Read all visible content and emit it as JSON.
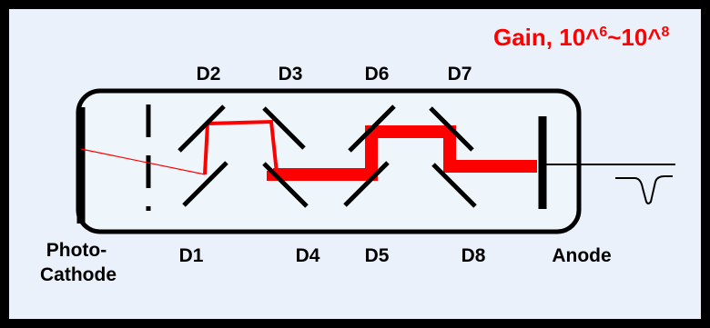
{
  "gain": {
    "prefix": "Gain, 10^",
    "exp_low": "6",
    "sep": "~10^",
    "exp_high": "8",
    "color": "#ff0000"
  },
  "dynodes_top": [
    "D2",
    "D3",
    "D6",
    "D7"
  ],
  "dynodes_bottom": [
    "D1",
    "D4",
    "D5",
    "D8"
  ],
  "photocathode": {
    "line1": "Photo-",
    "line2": "Cathode"
  },
  "anode": "Anode",
  "colors": {
    "background": "#eaf1fb",
    "tube_fill": "#eef6fb",
    "frame": "#000000",
    "electron_path": "#ff0000"
  }
}
